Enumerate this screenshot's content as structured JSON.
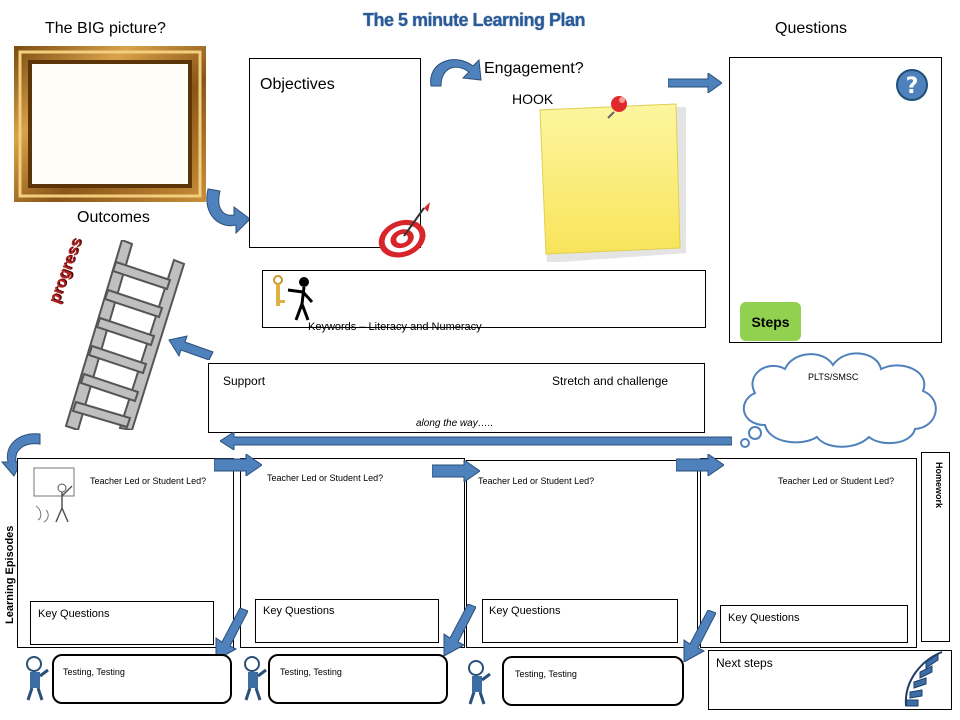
{
  "title": "The 5 minute Learning Plan",
  "big_picture": {
    "label": "The BIG picture?"
  },
  "outcomes": {
    "label": "Outcomes"
  },
  "objectives": {
    "label": "Objectives"
  },
  "engagement": {
    "label": "Engagement?",
    "hook": "HOOK"
  },
  "questions": {
    "label": "Questions",
    "steps": "Steps"
  },
  "progress": {
    "label": "progress"
  },
  "keywords": {
    "label": "Keywords – Literacy and Numeracy"
  },
  "support": {
    "left": "Support",
    "right": "Stretch and challenge",
    "bottom": "along the way….."
  },
  "plts": {
    "label": "PLTS/SMSC"
  },
  "learning_episodes": {
    "side_label": "Learning Episodes",
    "episodes": [
      {
        "heading": "Teacher Led or Student Led?",
        "key_questions": "Key Questions"
      },
      {
        "heading": "Teacher Led or Student Led?",
        "key_questions": "Key Questions"
      },
      {
        "heading": "Teacher Led or Student Led?",
        "key_questions": "Key Questions"
      },
      {
        "heading": "Teacher Led or Student Led?",
        "key_questions": "Key Questions"
      }
    ],
    "testing": [
      "Testing, Testing",
      "Testing, Testing",
      "Testing, Testing"
    ]
  },
  "homework": {
    "label": "Homework"
  },
  "next_steps": {
    "label": "Next steps"
  },
  "colors": {
    "arrow": "#4f81bd",
    "title": "#2a5a98",
    "steps": "#92d050",
    "note": "#fdf07a",
    "frame": "#b07a2a",
    "cloud": "#4f81bd",
    "target": "#d7262b"
  },
  "icons": [
    "picture-frame-icon",
    "target-icon",
    "sticky-note-icon",
    "pushpin-icon",
    "question-mark-icon",
    "ladder-icon",
    "key-figure-icon",
    "teacher-icon",
    "detective-icon",
    "staircase-icon",
    "curved-arrow-icon",
    "right-arrow-icon",
    "left-arrow-icon",
    "down-arrow-icon",
    "cloud-icon"
  ]
}
